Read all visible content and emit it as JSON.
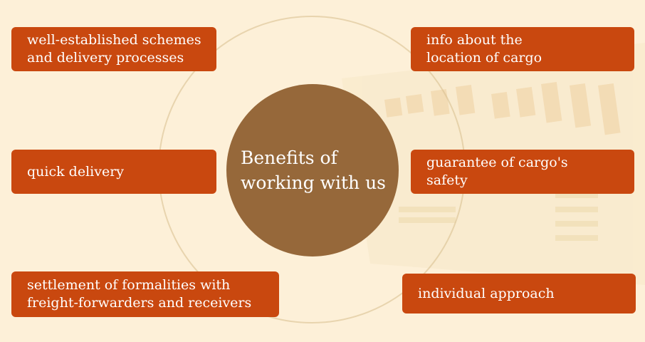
{
  "diagram": {
    "center_label": "Benefits of working with us",
    "benefits": [
      "well-established schemes and delivery processes",
      "quick delivery",
      "settlement of formalities with freight-forwarders and receivers",
      "info about the location of cargo",
      "guarantee of cargo's safety",
      "individual approach"
    ]
  },
  "colors": {
    "background": "#fdf0d8",
    "box_fill": "#c9480f",
    "hub_fill": "#96683a",
    "text": "#ffffff"
  }
}
